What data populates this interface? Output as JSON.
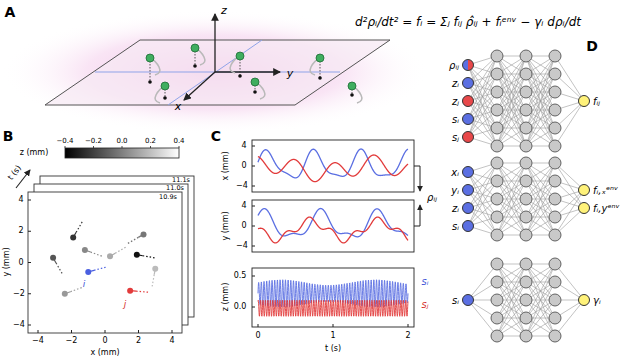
{
  "diagram": {
    "nodes": [
      {
        "text": [
          "ρᵢⱼ"
        ]
      },
      {
        "text": [
          "zᵢ"
        ]
      },
      {
        "text": [
          "zⱼ"
        ]
      },
      {
        "text": [
          "sᵢ"
        ]
      },
      {
        "text": [
          "sⱼ"
        ]
      },
      {
        "text": [
          "fᵢⱼ"
        ]
      },
      {
        "text": [
          "xᵢ"
        ]
      },
      {
        "text": [
          "yᵢ"
        ]
      },
      {
        "text": [
          "zᵢ"
        ]
      },
      {
        "text": [
          "sᵢ"
        ]
      },
      {
        "text": [
          "fᵢ,ₓᵉⁿᵛ"
        ]
      },
      {
        "text": [
          "fᵢ,yᵉⁿᵛ"
        ]
      },
      {
        "text": [
          "sᵢ"
        ]
      },
      {
        "text": [
          "γᵢ"
        ]
      }
    ],
    "labels": [
      "A",
      "z",
      "x",
      "y",
      "d²ρᵢ/dt² = fᵢ = Σⱼ fᵢⱼ ρ̂ᵢⱼ + fᵢᵉⁿᵛ − γᵢ dρᵢ/dt",
      "B",
      "z (mm)",
      "−0.4",
      "−0.2",
      "0.0",
      "0.2",
      "0.4",
      "t (s)",
      "11.1s",
      "11.0s",
      "10.9s",
      "4",
      "2",
      "0",
      "−2",
      "−4",
      "y (mm)",
      "−4",
      "−2",
      "0",
      "2",
      "4",
      "x (mm)",
      "i",
      "j",
      "C",
      "x (mm)",
      "4",
      "0",
      "−4",
      "y (mm)",
      "4",
      "0",
      "−4",
      "z (mm)",
      "0.5",
      "0.0",
      "sᵢ",
      "sⱼ",
      "ρᵢⱼ",
      "0",
      "1",
      "2",
      "t (s)",
      "D"
    ]
  }
}
